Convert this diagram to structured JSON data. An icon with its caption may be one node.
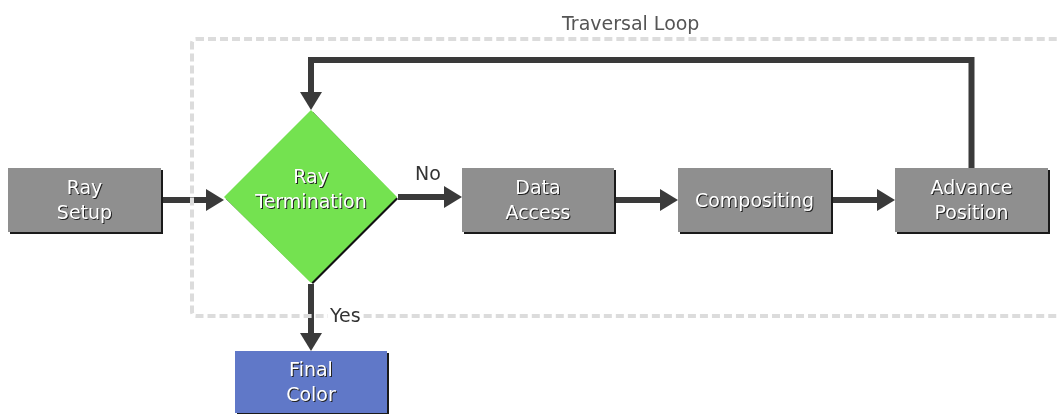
{
  "diagram": {
    "nodes": [
      {
        "text": [
          "Traversal Loop"
        ]
      },
      {
        "text": [
          "Ray Setup"
        ]
      },
      {
        "text": [
          "Ray Termination"
        ],
        "in": 0
      },
      {
        "text": [
          "Data Access"
        ],
        "in": 0
      },
      {
        "text": [
          "Compositing"
        ],
        "in": 0
      },
      {
        "text": [
          "Advance Position"
        ],
        "in": 0
      },
      {
        "text": [
          "Final Color"
        ]
      }
    ],
    "edges": [
      {
        "from": 1,
        "to": 2,
        "arrow": "to"
      },
      {
        "from": 2,
        "to": 3,
        "arrow": "to",
        "label": "No"
      },
      {
        "from": 3,
        "to": 4,
        "arrow": "to"
      },
      {
        "from": 4,
        "to": 5,
        "arrow": "to"
      },
      {
        "from": 5,
        "to": 2,
        "arrow": "to"
      },
      {
        "from": 2,
        "to": 6,
        "arrow": "to",
        "label": "Yes"
      }
    ]
  }
}
